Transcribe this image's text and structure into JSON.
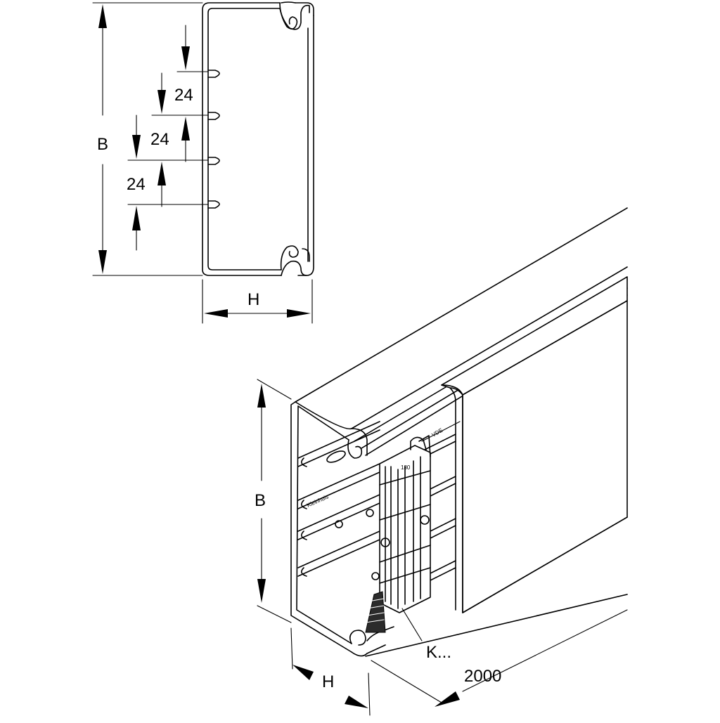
{
  "cross_section": {
    "width_label": "B",
    "height_label": "H",
    "spacing_labels": [
      "24",
      "24",
      "24"
    ]
  },
  "perspective_view": {
    "width_label": "B",
    "height_label": "H",
    "length_label": "2000",
    "part_label": "K...",
    "stamp_vde": "VDE",
    "stamp_brand": "Kleinhuis",
    "stamp_code": "180"
  }
}
